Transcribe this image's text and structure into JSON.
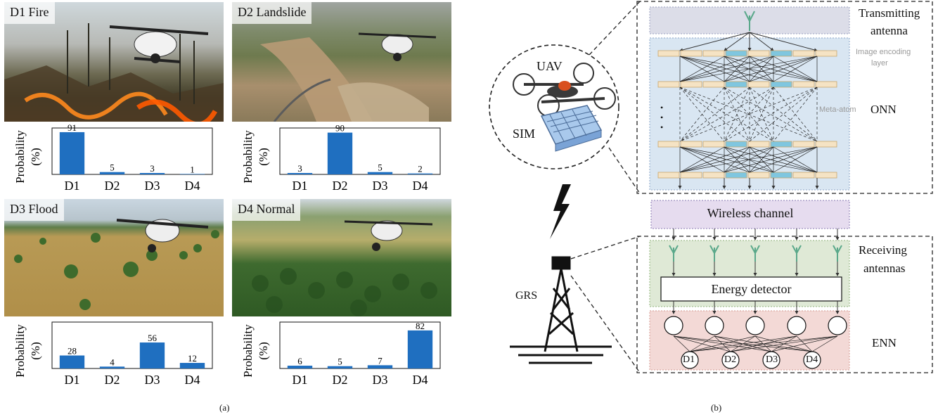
{
  "left_panel": {
    "label": "(a)",
    "scenes": [
      {
        "tag": "D1 Fire",
        "chart_index": 0
      },
      {
        "tag": "D2 Landslide",
        "chart_index": 1
      },
      {
        "tag": "D3 Flood",
        "chart_index": 2
      },
      {
        "tag": "D4 Normal",
        "chart_index": 3
      }
    ],
    "ylabel_line1": "Probability",
    "ylabel_line2": "(%)"
  },
  "chart_data": [
    {
      "type": "bar",
      "categories": [
        "D1",
        "D2",
        "D3",
        "D4"
      ],
      "values": [
        91,
        5,
        3,
        1
      ],
      "ylabel": "Probability (%)",
      "ylim": [
        0,
        100
      ],
      "color": "#1f6fc0"
    },
    {
      "type": "bar",
      "categories": [
        "D1",
        "D2",
        "D3",
        "D4"
      ],
      "values": [
        3,
        90,
        5,
        2
      ],
      "ylabel": "Probability (%)",
      "ylim": [
        0,
        100
      ],
      "color": "#1f6fc0"
    },
    {
      "type": "bar",
      "categories": [
        "D1",
        "D2",
        "D3",
        "D4"
      ],
      "values": [
        28,
        4,
        56,
        12
      ],
      "ylabel": "Probability (%)",
      "ylim": [
        0,
        100
      ],
      "color": "#1f6fc0"
    },
    {
      "type": "bar",
      "categories": [
        "D1",
        "D2",
        "D3",
        "D4"
      ],
      "values": [
        6,
        5,
        7,
        82
      ],
      "ylabel": "Probability (%)",
      "ylim": [
        0,
        100
      ],
      "color": "#1f6fc0"
    }
  ],
  "right_panel": {
    "label": "(b)",
    "uav_label": "UAV",
    "sim_label": "SIM",
    "grs_label": "GRS",
    "transmitting_antenna": "Transmitting antenna",
    "transmitting_line1": "Transmitting",
    "transmitting_line2": "antenna",
    "image_encoding_line1": "Image encoding",
    "image_encoding_line2": "layer",
    "meta_atom": "Meta-atom",
    "onn": "ONN",
    "wireless_channel": "Wireless channel",
    "receiving_line1": "Receiving",
    "receiving_line2": "antennas",
    "energy_detector": "Energy detector",
    "enn": "ENN",
    "outputs": [
      "D1",
      "D2",
      "D3",
      "D4"
    ],
    "ellipsis": "•\n•\n•"
  },
  "colors": {
    "bar": "#1f6fc0",
    "antenna_green": "#5aa88a",
    "onn_bg": "#d9e6f2",
    "tx_bg": "#dcdde8",
    "wireless_bg": "#e6dcef",
    "rx_bg": "#dfe9d6",
    "enn_bg": "#f3d9d6",
    "cell_fill": "#f5e3c4",
    "cell_blue": "#7fc6df"
  }
}
